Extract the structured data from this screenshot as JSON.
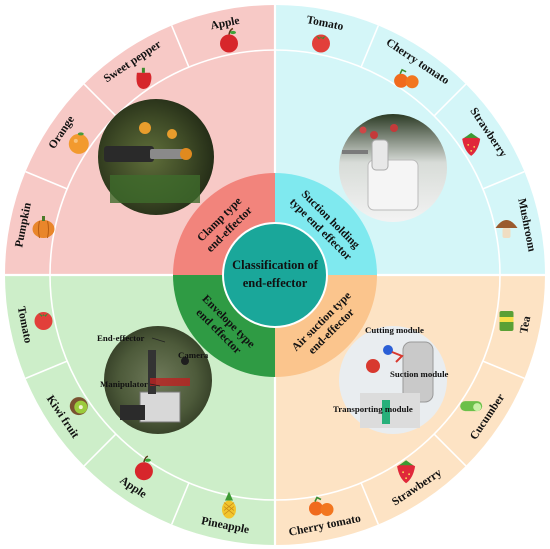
{
  "center": {
    "line1": "Classification of",
    "line2": "end-effector",
    "color": "#1aa79a"
  },
  "quadrants": {
    "clamp": {
      "line1": "Clamp type",
      "line2": "end-effector",
      "outer_color": "#f7c9c6",
      "inner_color": "#f2847c",
      "crops": [
        "Pumpkin",
        "Orange",
        "Sweet pepper",
        "Apple"
      ],
      "icons": [
        "pumpkin-icon",
        "orange-icon",
        "pepper-icon",
        "apple-icon"
      ]
    },
    "suction_holding": {
      "line1": "Suction holding",
      "line2": "type end effector",
      "outer_color": "#d4f6f8",
      "inner_color": "#7fe9ef",
      "crops": [
        "Tomato",
        "Cherry tomato",
        "Strawberry",
        "Mushroom"
      ],
      "icons": [
        "tomato-icon",
        "cherry-tomato-icon",
        "strawberry-icon",
        "mushroom-icon"
      ]
    },
    "air_suction": {
      "line1": "Air suction type",
      "line2": "end-effector",
      "outer_color": "#fde3c4",
      "inner_color": "#fbc58d",
      "crops": [
        "Tea",
        "Cucumber",
        "Strawberry",
        "Cherry tomato"
      ],
      "icons": [
        "tea-icon",
        "cucumber-icon",
        "strawberry-icon",
        "cherry-tomato-icon"
      ]
    },
    "envelope": {
      "line1": "Envelope type",
      "line2": "end effector",
      "outer_color": "#cdeec9",
      "inner_color": "#2f9b44",
      "crops": [
        "Pineapple",
        "Apple",
        "Kiwi fruit",
        "Tomato"
      ],
      "icons": [
        "pineapple-icon",
        "apple-icon",
        "kiwi-icon",
        "tomato-icon"
      ]
    }
  },
  "photos": {
    "envelope": [
      "End-effector",
      "Camera",
      "Manipulator"
    ],
    "air_suction": [
      "Cutting module",
      "Suction module",
      "Transporting module"
    ]
  }
}
